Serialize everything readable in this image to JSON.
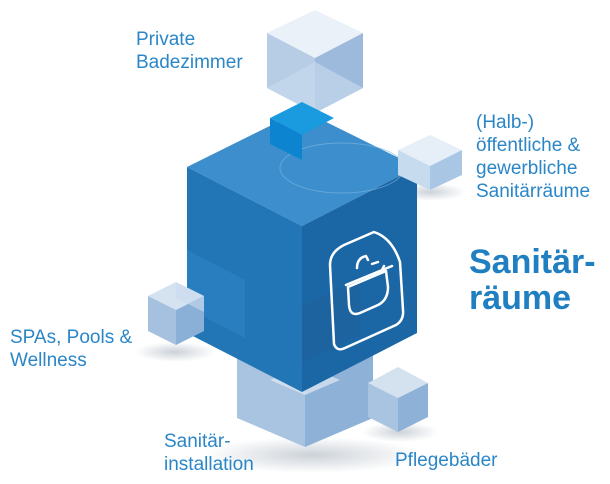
{
  "labels": {
    "private_bath": [
      "Private",
      "Badezimmer"
    ],
    "public_sanitary": [
      "(Halb-)",
      "öffentliche &",
      "gewerbliche",
      "Sanitärräume"
    ],
    "main_title": [
      "Sanitär-",
      "räume"
    ],
    "spa_pools": [
      "SPAs, Pools &",
      "Wellness"
    ],
    "sanitary_installation": [
      "Sanitär-",
      "installation"
    ],
    "care_baths": [
      "Pflegebäder"
    ]
  },
  "center_icon": "bathtub-icon",
  "colors": {
    "label_blue": "#2a86c7",
    "cube_dark": "#1f6fae",
    "cube_mid": "#3d8fcb",
    "cube_light": "#8fb6dc",
    "cube_pale": "#c9dbed"
  }
}
